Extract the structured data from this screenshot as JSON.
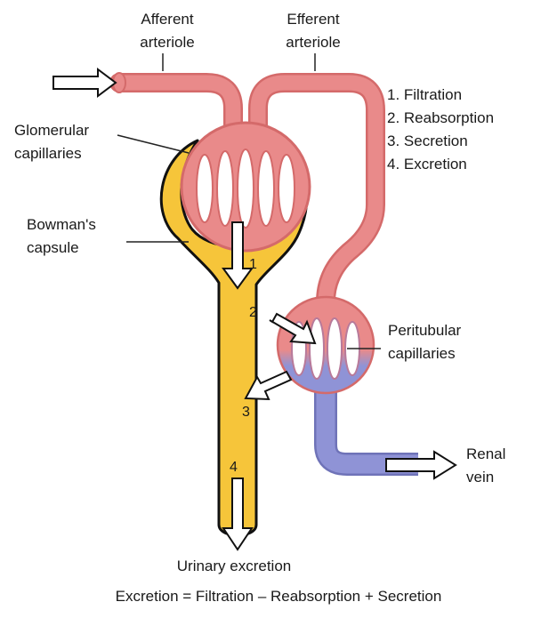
{
  "labels": {
    "afferent_1": "Afferent",
    "afferent_2": "arteriole",
    "efferent_1": "Efferent",
    "efferent_2": "arteriole",
    "glomerular_1": "Glomerular",
    "glomerular_2": "capillaries",
    "bowman_1": "Bowman's",
    "bowman_2": "capsule",
    "peritubular_1": "Peritubular",
    "peritubular_2": "capillaries",
    "renal_1": "Renal",
    "renal_2": "vein",
    "urinary": "Urinary excretion",
    "equation": "Excretion = Filtration – Reabsorption + Secretion"
  },
  "legend": [
    "1. Filtration",
    "2. Reabsorption",
    "3. Secretion",
    "4. Excretion"
  ],
  "markers": [
    "1",
    "2",
    "3",
    "4"
  ],
  "colors": {
    "artery": "#e98a8a",
    "artery_edge": "#d46a6a",
    "vein": "#8f93d6",
    "vein_edge": "#6f73b8",
    "tubule": "#f6c53a",
    "tubule_edge": "#111111"
  }
}
